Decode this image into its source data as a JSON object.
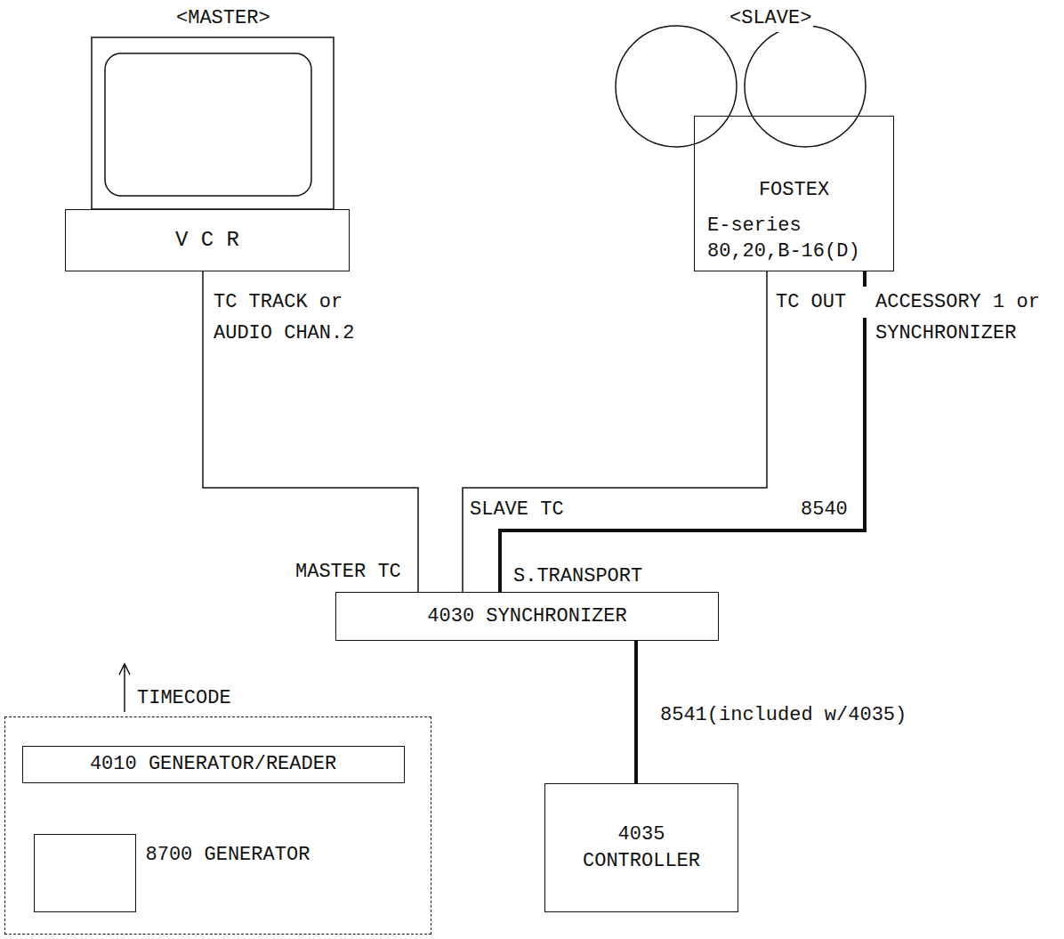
{
  "diagram": {
    "nodes": [
      {
        "text": [
          "V C R"
        ]
      },
      {
        "text": [
          "FOSTEX",
          "E-series 80,20,B-16(D)"
        ]
      },
      {
        "text": [
          "4030 SYNCHRONIZER"
        ]
      },
      {
        "text": [
          "4035 CONTROLLER"
        ]
      },
      {
        "text": [
          "TIMECODE"
        ]
      },
      {
        "text": [
          "4010 GENERATOR/READER"
        ],
        "in": 4
      },
      {
        "text": [
          "8700 GENERATOR"
        ],
        "in": 4
      }
    ],
    "edges": [
      {
        "from": 0,
        "to": 2,
        "label": "TC TRACK or AUDIO CHAN.2",
        "arrow": "none"
      },
      {
        "from": 1,
        "to": 2,
        "label": "TC OUT",
        "arrow": "none"
      },
      {
        "from": 1,
        "to": 2,
        "label": "ACCESSORY 1 or SYNCHRONIZER",
        "arrow": "none"
      },
      {
        "from": 2,
        "to": 3,
        "label": "8541(included w/4035)",
        "arrow": "none"
      }
    ],
    "labels": [
      "<MASTER>",
      "<SLAVE>",
      "MASTER TC",
      "SLAVE TC",
      "8540",
      "S.TRANSPORT"
    ]
  }
}
